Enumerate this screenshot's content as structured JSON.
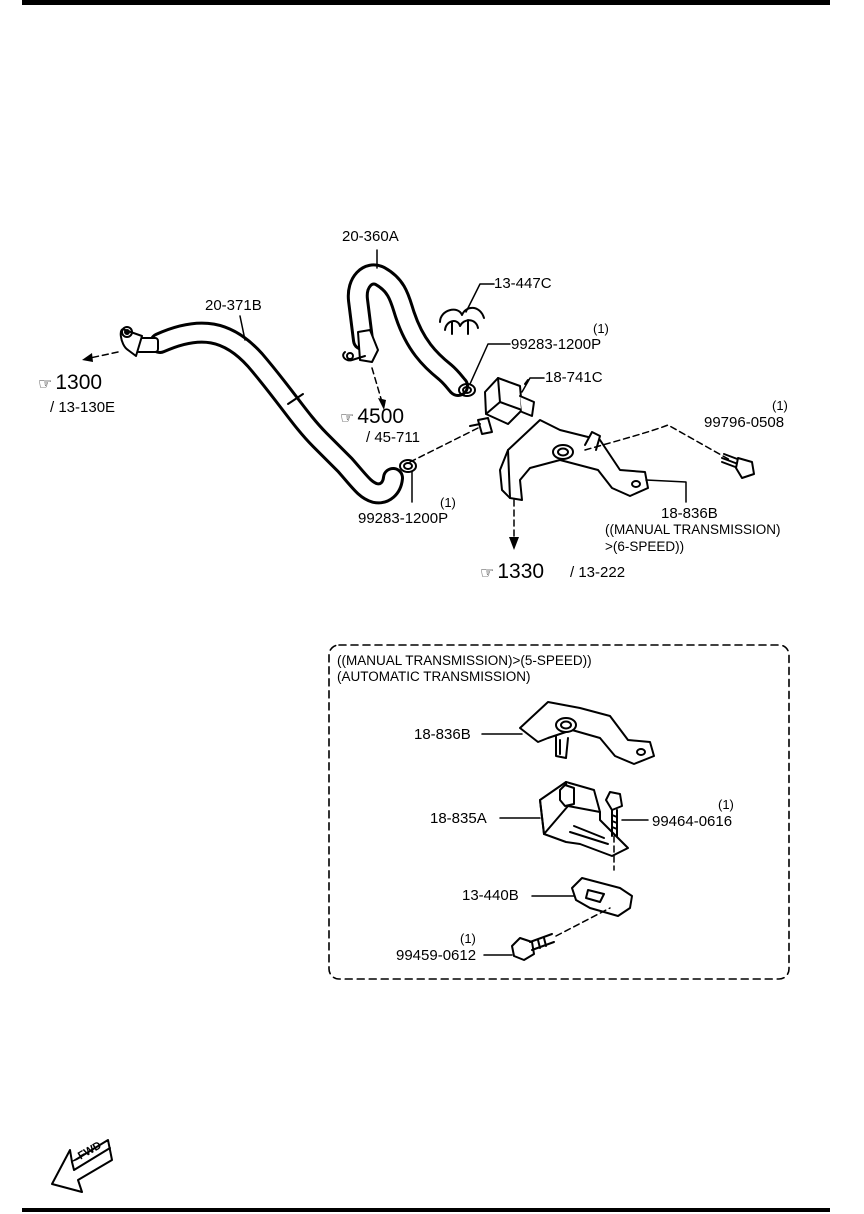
{
  "parts": {
    "hose_upper": "20-360A",
    "hose_long": "20-371B",
    "clip": "13-447C",
    "clamp_upper": "99283-1200P",
    "clamp_upper_qty": "(1)",
    "solenoid": "18-741C",
    "bolt_right": "99796-0508",
    "bolt_right_qty": "(1)",
    "clamp_lower": "99283-1200P",
    "clamp_lower_qty": "(1)",
    "bracket_main": "18-836B",
    "bracket_main_note1": "((MANUAL TRANSMISSION)",
    "bracket_main_note2": ">(6-SPEED))"
  },
  "refs": {
    "r1300": {
      "num": "1300",
      "sub": "/ 13-130E"
    },
    "r4500": {
      "num": "4500",
      "sub": "/ 45-711"
    },
    "r1330": {
      "num": "1330",
      "sub": "/ 13-222"
    }
  },
  "inset": {
    "title1": "((MANUAL TRANSMISSION)>(5-SPEED))",
    "title2": "(AUTOMATIC TRANSMISSION)",
    "bracket": "18-836B",
    "bracket2": "18-835A",
    "bolt1": "99464-0616",
    "bolt1_qty": "(1)",
    "plate": "13-440B",
    "bolt2": "99459-0612",
    "bolt2_qty": "(1)"
  },
  "fwd_label": "FWD",
  "colors": {
    "ink": "#000000",
    "paper": "#ffffff"
  }
}
